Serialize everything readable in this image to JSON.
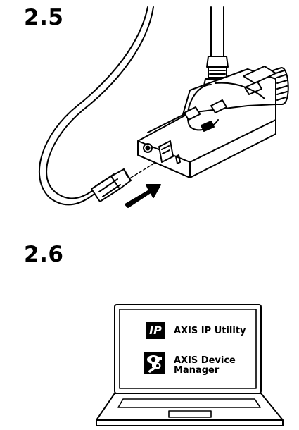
{
  "steps": {
    "connect_step": "2.5",
    "software_step": "2.6"
  },
  "apps": {
    "ip_utility": {
      "icon_text": "IP",
      "label": "AXIS IP Utility"
    },
    "device_manager": {
      "label": "AXIS Device Manager"
    }
  }
}
